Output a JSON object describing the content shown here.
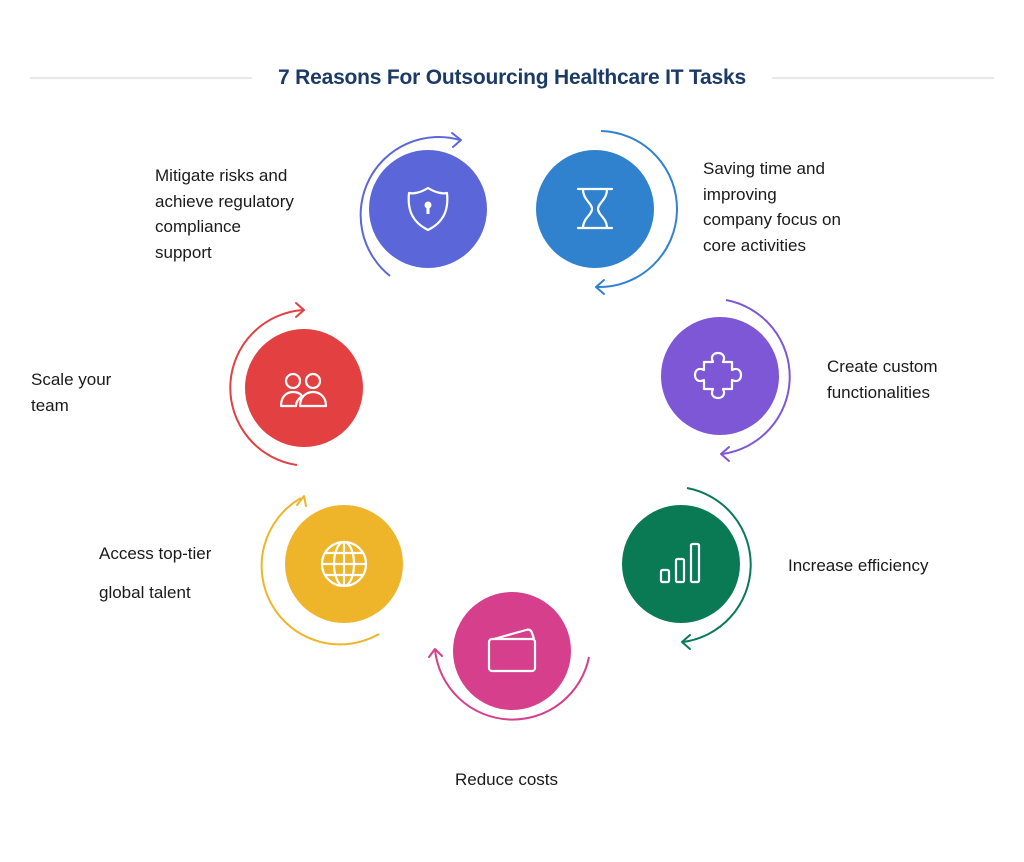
{
  "title": "7 Reasons For Outsourcing Healthcare IT Tasks",
  "colors": {
    "title": "#1b3a66",
    "title_rule": "#e4e9ef",
    "text": "#1a1a1a"
  },
  "reasons": [
    {
      "id": "compliance",
      "label_lines": [
        "Mitigate risks and",
        "achieve regulatory",
        "compliance",
        "support"
      ],
      "icon": "shield-lock-icon",
      "color": "#5B67D8"
    },
    {
      "id": "time",
      "label_lines": [
        "Saving time and",
        "improving",
        "company focus on",
        "core activities"
      ],
      "icon": "hourglass-icon",
      "color": "#3182CE"
    },
    {
      "id": "custom",
      "label_lines": [
        "Create custom",
        "functionalities"
      ],
      "icon": "puzzle-icon",
      "color": "#7E57D6"
    },
    {
      "id": "efficiency",
      "label_lines": [
        "Increase efficiency"
      ],
      "icon": "bar-chart-icon",
      "color": "#0A7A55"
    },
    {
      "id": "costs",
      "label_lines": [
        "Reduce costs"
      ],
      "icon": "wallet-icon",
      "color": "#D63F8C"
    },
    {
      "id": "talent",
      "label_lines": [
        "Access top-tier",
        "global talent"
      ],
      "icon": "globe-icon",
      "color": "#EEB52A"
    },
    {
      "id": "team",
      "label_lines": [
        "Scale your",
        "team"
      ],
      "icon": "team-icon",
      "color": "#E34042"
    }
  ]
}
